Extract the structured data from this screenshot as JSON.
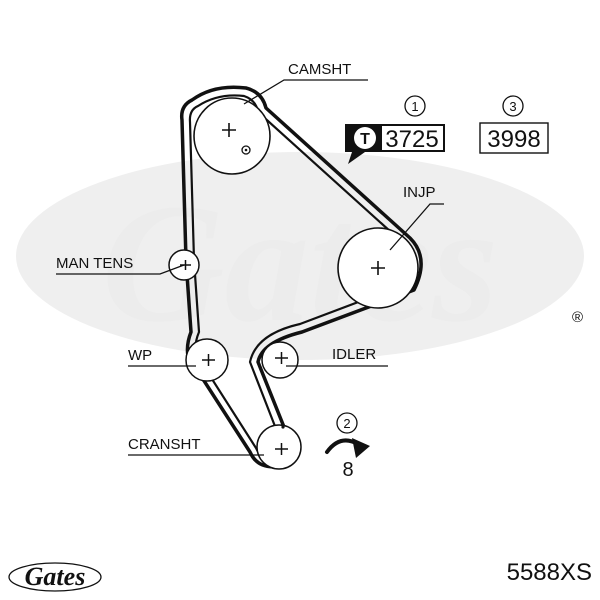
{
  "watermark": {
    "text": "Gates",
    "mark": "®"
  },
  "components": {
    "camshaft": "CAMSHT",
    "injection_pump": "INJP",
    "manual_tensioner": "MAN TENS",
    "water_pump": "WP",
    "idler": "IDLER",
    "crankshaft": "CRANSHT"
  },
  "callouts": {
    "c1": "1",
    "c2": "2",
    "c3": "3"
  },
  "tooth_count": {
    "icon": "T",
    "value": "3725"
  },
  "alt_code": "3998",
  "torque_value": "8",
  "brand_logo": "Gates",
  "part_number": "5588XS",
  "colors": {
    "ink": "#111111",
    "watermark": "#ececec"
  }
}
